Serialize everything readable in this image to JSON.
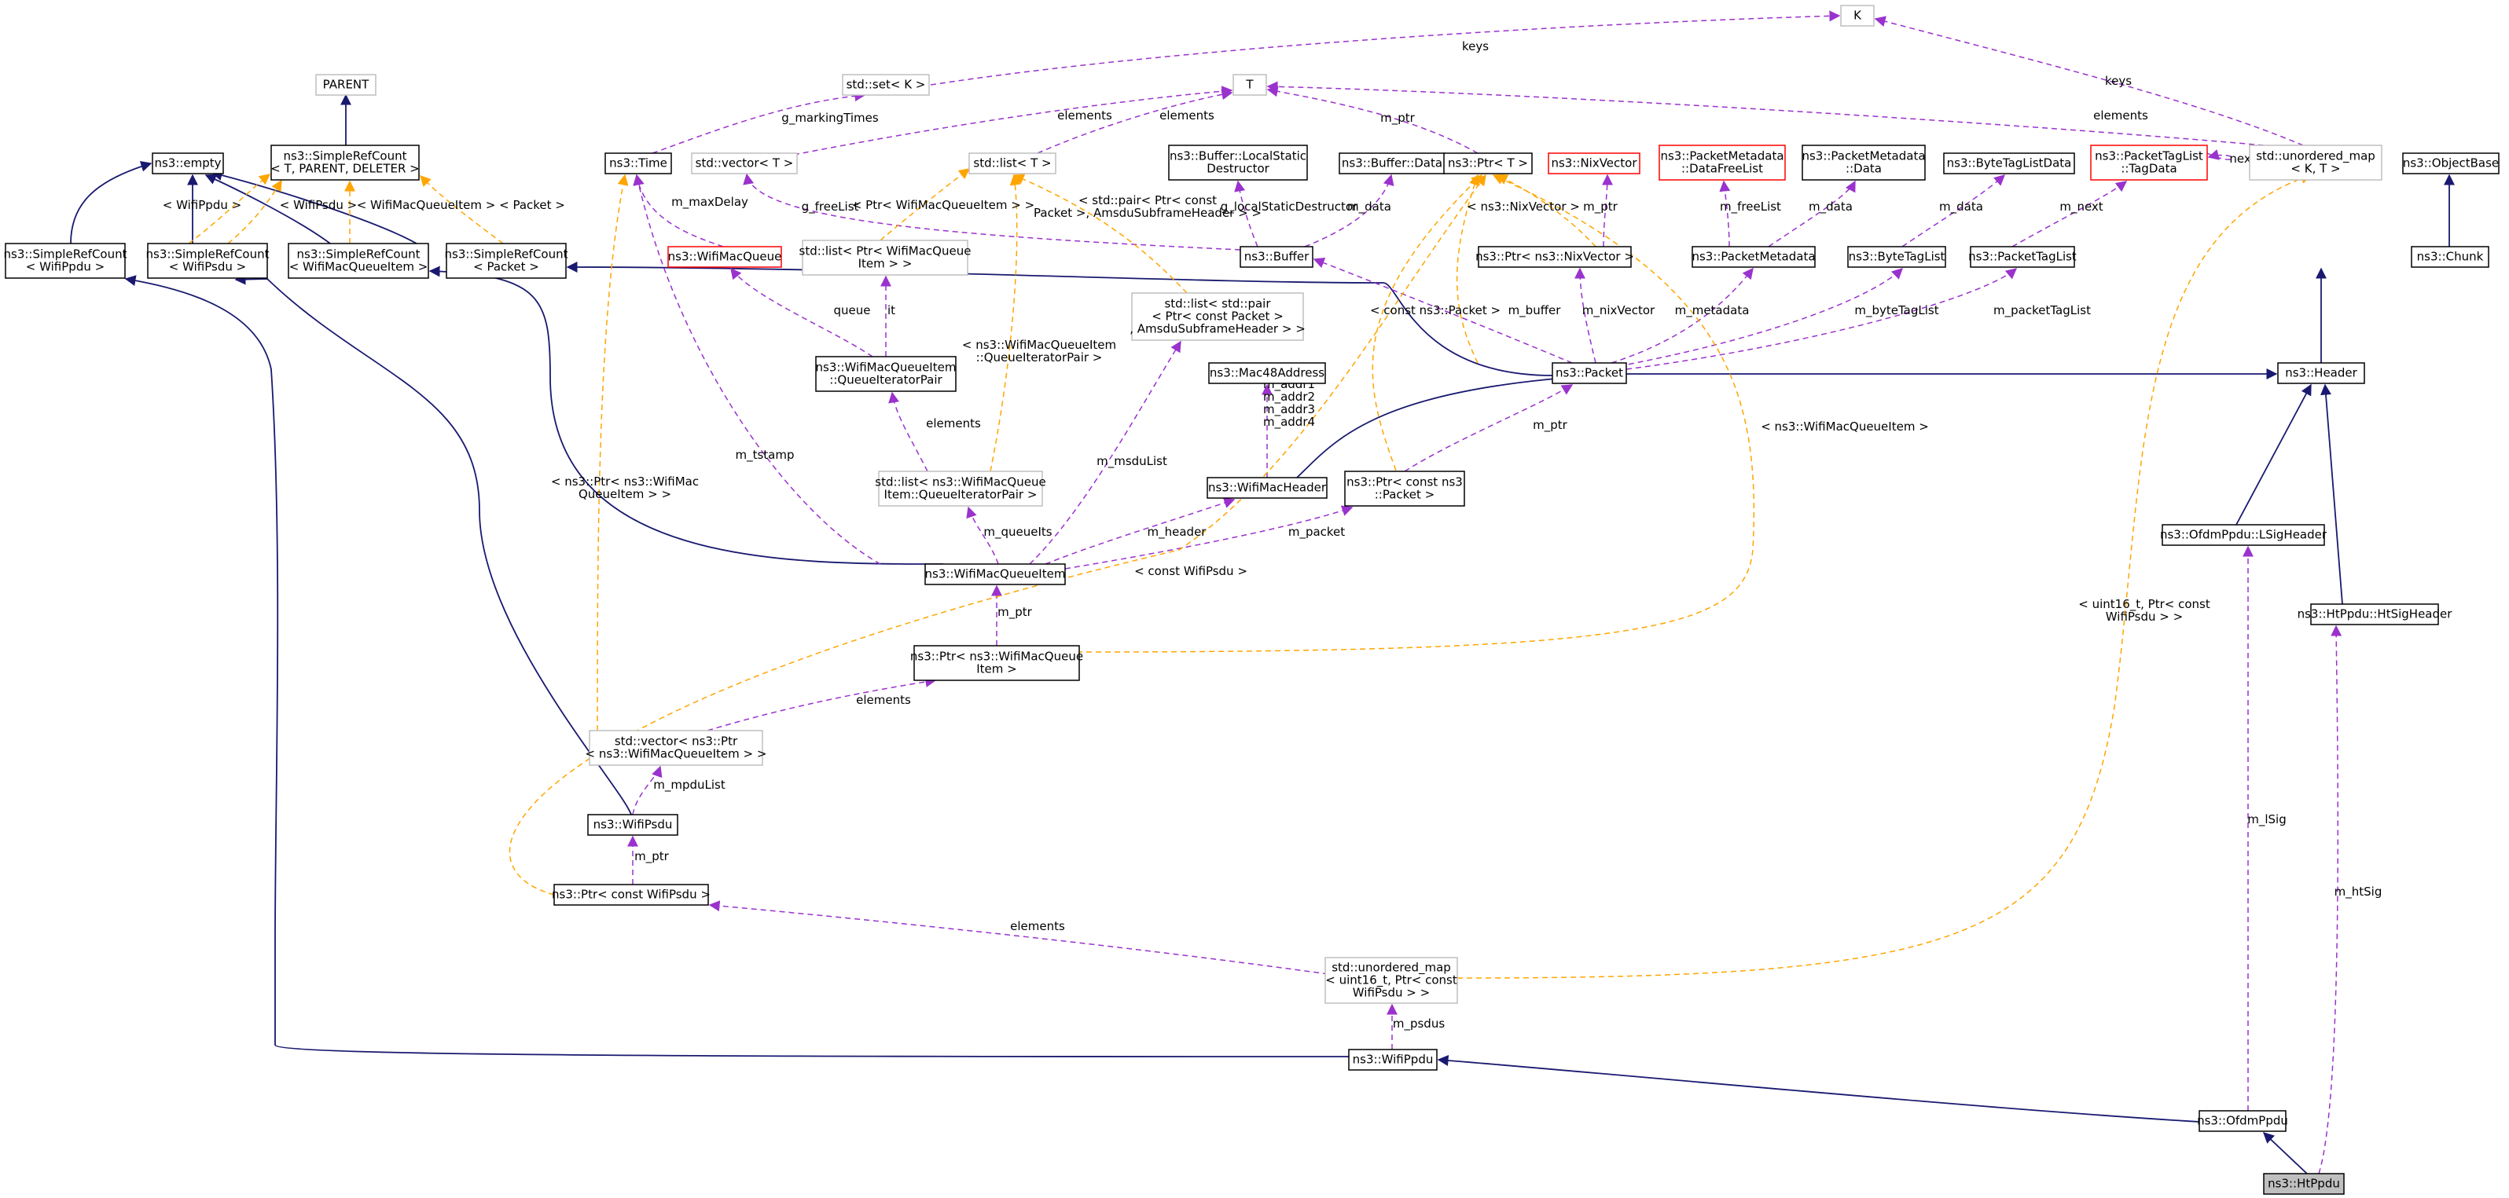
{
  "colors": {
    "inherit": "#191970",
    "usage": "#9a32cd",
    "template": "#ffa500",
    "node_border": "#000000",
    "undocumented_border": "#bfbfbf",
    "truncated_border": "#ff0000",
    "focus_fill": "#bfbfbf"
  },
  "nodes": {
    "K": [
      "K"
    ],
    "std_set_K": [
      "std::set< K >"
    ],
    "T": [
      "T"
    ],
    "parent": [
      "PARENT"
    ],
    "ns3_empty": [
      "ns3::empty"
    ],
    "src_template": [
      "ns3::SimpleRefCount",
      "< T, PARENT, DELETER >"
    ],
    "ns3_time": [
      "ns3::Time"
    ],
    "std_vector_T": [
      "std::vector< T >"
    ],
    "std_list_T": [
      "std::list< T >"
    ],
    "buffer_lsd": [
      "ns3::Buffer::LocalStatic",
      "Destructor"
    ],
    "buffer_data": [
      "ns3::Buffer::Data"
    ],
    "ptr_T": [
      "ns3::Ptr< T >"
    ],
    "nixvector": [
      "ns3::NixVector"
    ],
    "pm_dfl": [
      "ns3::PacketMetadata",
      "::DataFreeList"
    ],
    "pm_data": [
      "ns3::PacketMetadata",
      "::Data"
    ],
    "btld": [
      "ns3::ByteTagListData"
    ],
    "ptl_tagdata": [
      "ns3::PacketTagList",
      "::TagData"
    ],
    "unordered_map_KT": [
      "std::unordered_map",
      "< K, T >"
    ],
    "objectbase": [
      "ns3::ObjectBase"
    ],
    "src_wifippdu": [
      "ns3::SimpleRefCount",
      "< WifiPpdu >"
    ],
    "src_wifipsdu": [
      "ns3::SimpleRefCount",
      "< WifiPsdu >"
    ],
    "src_wmqi": [
      "ns3::SimpleRefCount",
      "< WifiMacQueueItem >"
    ],
    "src_packet": [
      "ns3::SimpleRefCount",
      "< Packet >"
    ],
    "wifimacqueue": [
      "ns3::WifiMacQueue"
    ],
    "list_ptr_wmqi": [
      "std::list< Ptr< WifiMacQueue",
      "Item > >"
    ],
    "buffer": [
      "ns3::Buffer"
    ],
    "ptr_nixvector": [
      "ns3::Ptr< ns3::NixVector >"
    ],
    "packetmetadata": [
      "ns3::PacketMetadata"
    ],
    "bytetaglist": [
      "ns3::ByteTagList"
    ],
    "packettaglist": [
      "ns3::PacketTagList"
    ],
    "chunk": [
      "ns3::Chunk"
    ],
    "list_pair": [
      "std::list< std::pair",
      "< Ptr< const Packet >",
      ", AmsduSubframeHeader > >"
    ],
    "mac48": [
      "ns3::Mac48Address"
    ],
    "packet": [
      "ns3::Packet"
    ],
    "header": [
      "ns3::Header"
    ],
    "qip": [
      "ns3::WifiMacQueueItem",
      "::QueueIteratorPair"
    ],
    "list_qip": [
      "std::list< ns3::WifiMacQueue",
      "Item::QueueIteratorPair >"
    ],
    "wifimacheader": [
      "ns3::WifiMacHeader"
    ],
    "ptr_const_packet": [
      "ns3::Ptr< const ns3",
      "::Packet >"
    ],
    "wmqi": [
      "ns3::WifiMacQueueItem"
    ],
    "ofdm_lsig": [
      "ns3::OfdmPpdu::LSigHeader"
    ],
    "htsig": [
      "ns3::HtPpdu::HtSigHeader"
    ],
    "ptr_wmqi": [
      "ns3::Ptr< ns3::WifiMacQueue",
      "Item >"
    ],
    "vector_ptr_wmqi": [
      "std::vector< ns3::Ptr",
      "< ns3::WifiMacQueueItem > >"
    ],
    "wifipsdu": [
      "ns3::WifiPsdu"
    ],
    "ptr_const_wifipsdu": [
      "ns3::Ptr< const WifiPsdu >"
    ],
    "unordered_map_psdus": [
      "std::unordered_map",
      "< uint16_t, Ptr< const",
      "WifiPsdu > >"
    ],
    "wifippdu": [
      "ns3::WifiPpdu"
    ],
    "ofdmppdu": [
      "ns3::OfdmPpdu"
    ],
    "htppdu": [
      "ns3::HtPpdu"
    ]
  },
  "edge_labels": {
    "keys_top": [
      "keys"
    ],
    "keys_right": [
      "keys"
    ],
    "g_markingtimes": [
      "g_markingTimes"
    ],
    "elements_vector": [
      "elements"
    ],
    "elements_list": [
      "elements"
    ],
    "m_ptr_top": [
      "m_ptr"
    ],
    "elements_umap": [
      "elements"
    ],
    "next": [
      "next"
    ],
    "wifippdu_tpl": [
      "< WifiPpdu >"
    ],
    "wifipsdu_tpl": [
      "< WifiPsdu >"
    ],
    "wmqi_tpl": [
      "< WifiMacQueueItem >"
    ],
    "packet_tpl": [
      "< Packet >"
    ],
    "m_maxdelay": [
      "m_maxDelay"
    ],
    "g_freelist": [
      "g_freeList"
    ],
    "ptr_wmqi_tpl": [
      "< Ptr< WifiMacQueueItem > >"
    ],
    "pair_tpl": [
      "< std::pair< Ptr< const",
      "Packet >, AmsduSubframeHeader > >"
    ],
    "g_lsd": [
      "g_localStaticDestructor"
    ],
    "m_data_buffer": [
      "m_data"
    ],
    "nixvector_tpl": [
      "< ns3::NixVector >"
    ],
    "m_ptr_nix": [
      "m_ptr"
    ],
    "m_freelist": [
      "m_freeList"
    ],
    "m_data_pm": [
      "m_data"
    ],
    "m_data_btl": [
      "m_data"
    ],
    "m_next": [
      "m_next"
    ],
    "queue": [
      "queue"
    ],
    "it": [
      "it"
    ],
    "const_packet_tpl": [
      "< const ns3::Packet >"
    ],
    "m_buffer": [
      "m_buffer"
    ],
    "m_nixvector": [
      "m_nixVector"
    ],
    "m_metadata": [
      "m_metadata"
    ],
    "m_bytetaglist": [
      "m_byteTagList"
    ],
    "m_packettaglist": [
      "m_packetTagList"
    ],
    "qip_tpl": [
      "< ns3::WifiMacQueueItem",
      "::QueueIteratorPair >"
    ],
    "m_tstamp": [
      "m_tstamp"
    ],
    "m_addr": [
      "m_addr1",
      "m_addr2",
      "m_addr3",
      "m_addr4"
    ],
    "m_msdulist": [
      "m_msduList"
    ],
    "elements_qip": [
      "elements"
    ],
    "ptr_wmqi_tpl2": [
      "< ns3::Ptr< ns3::WifiMac",
      "QueueItem > >"
    ],
    "wmqi_tpl2": [
      "< ns3::WifiMacQueueItem >"
    ],
    "m_ptr_packet": [
      "m_ptr"
    ],
    "m_queueits": [
      "m_queueIts"
    ],
    "m_header": [
      "m_header"
    ],
    "m_packet": [
      "m_packet"
    ],
    "const_wifipsdu_tpl": [
      "< const WifiPsdu >"
    ],
    "m_ptr_wmqi": [
      "m_ptr"
    ],
    "uint16_tpl": [
      "< uint16_t, Ptr< const",
      "WifiPsdu > >"
    ],
    "elements_vec": [
      "elements"
    ],
    "m_mpdulist": [
      "m_mpduList"
    ],
    "m_ptr_psdu": [
      "m_ptr"
    ],
    "elements_psdus": [
      "elements"
    ],
    "m_psdus": [
      "m_psdus"
    ],
    "m_lsig": [
      "m_lSig"
    ],
    "m_htsig": [
      "m_htSig"
    ]
  }
}
